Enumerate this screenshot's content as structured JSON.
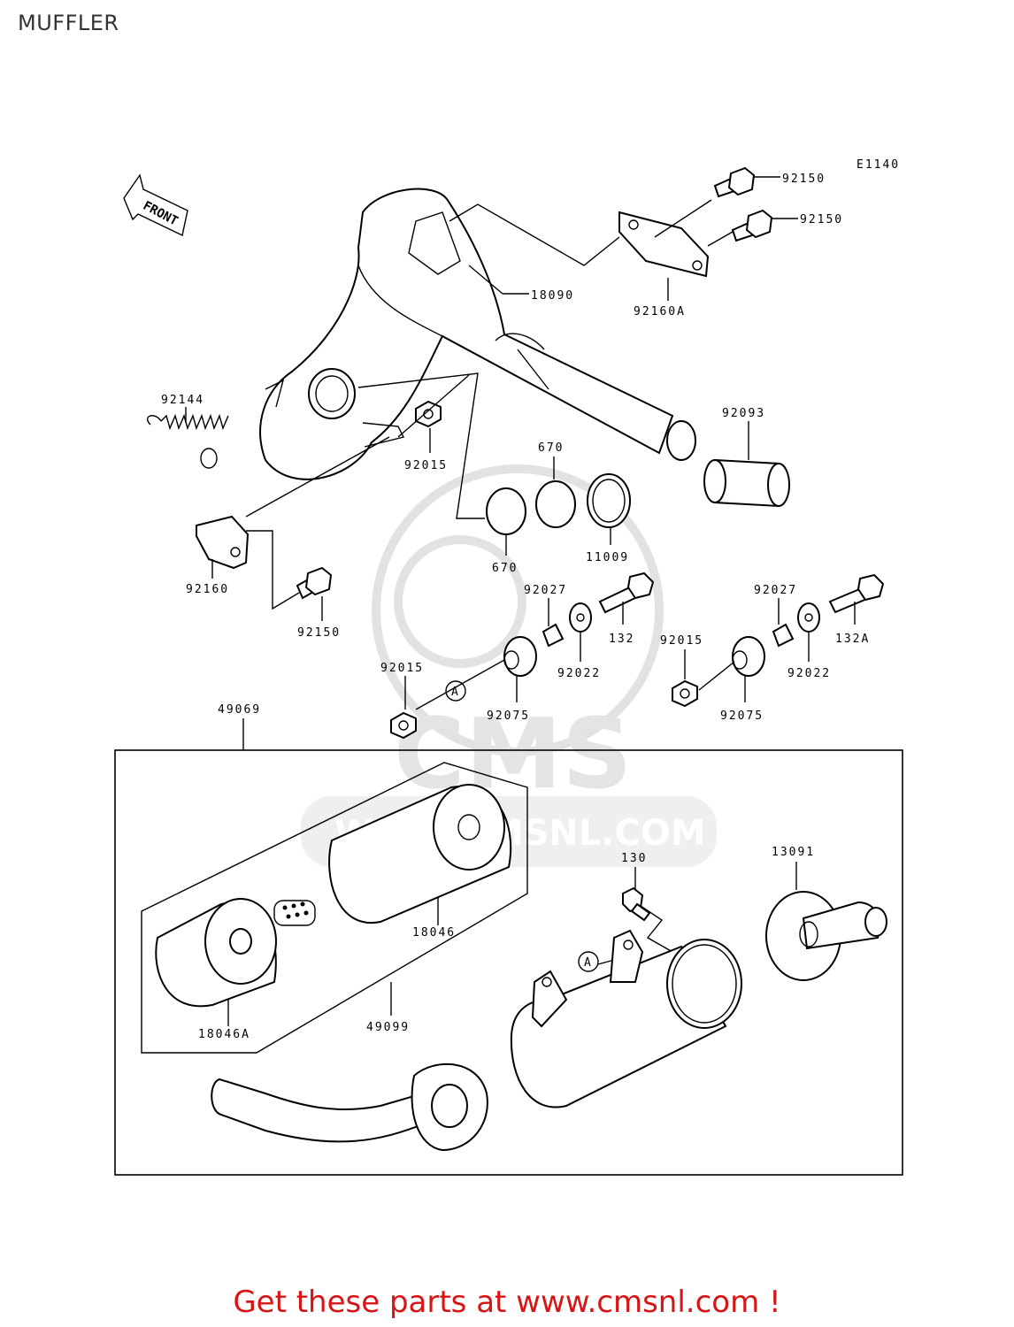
{
  "page_title": "MUFFLER",
  "diagram_code": "E1140",
  "front_label": "FRONT",
  "callout_marker": "A",
  "watermark": {
    "brand": "CMS",
    "url": "WWW.CMSNL.COM"
  },
  "parts": {
    "p92150_a": "92150",
    "p92150_b": "92150",
    "p92150_c": "92150",
    "p18090": "18090",
    "p92160A": "92160A",
    "p92144": "92144",
    "p92015_a": "92015",
    "p92015_b": "92015",
    "p92015_c": "92015",
    "p92093": "92093",
    "p670_a": "670",
    "p670_b": "670",
    "p11009": "11009",
    "p92160": "92160",
    "p92027_a": "92027",
    "p92027_b": "92027",
    "p132": "132",
    "p132A": "132A",
    "p92022_a": "92022",
    "p92022_b": "92022",
    "p92075_a": "92075",
    "p92075_b": "92075",
    "p49069": "49069",
    "p130": "130",
    "p13091": "13091",
    "p18046": "18046",
    "p18046A": "18046A",
    "p49099": "49099"
  },
  "footer_text": "Get these parts at www.cmsnl.com !"
}
